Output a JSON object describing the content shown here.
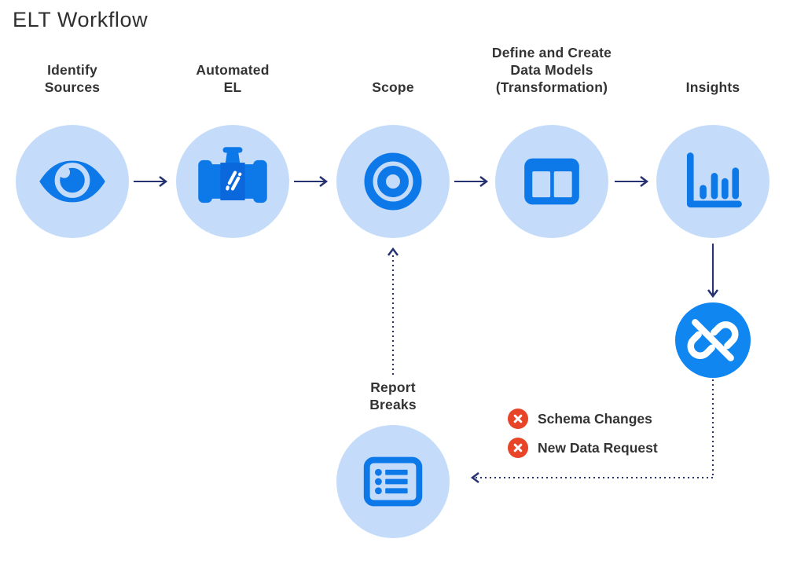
{
  "title": "ELT Workflow",
  "stages": [
    {
      "id": "identify-sources",
      "label": "Identify\nSources",
      "icon": "eye-icon"
    },
    {
      "id": "automated-el",
      "label": "Automated\nEL",
      "icon": "pipe-icon"
    },
    {
      "id": "scope",
      "label": "Scope",
      "icon": "target-icon"
    },
    {
      "id": "data-models",
      "label": "Define and Create\nData Models\n(Transformation)",
      "icon": "data-table-icon"
    },
    {
      "id": "insights",
      "label": "Insights",
      "icon": "bar-chart-icon"
    }
  ],
  "break_node": {
    "icon": "broken-link-icon"
  },
  "feedback": {
    "report_breaks": {
      "label": "Report\nBreaks",
      "icon": "list-icon"
    },
    "issues": [
      {
        "label": "Schema Changes",
        "icon": "error-x-icon"
      },
      {
        "label": "New Data Request",
        "icon": "error-x-icon"
      }
    ]
  },
  "colors": {
    "node_bg": "#c4dcfa",
    "icon_blue": "#0d78e8",
    "pipe_center_blue": "#0a68dc",
    "break_circle_blue": "#0f86f0",
    "arrow_navy": "#263272",
    "error_red": "#e84427",
    "text": "#333333"
  }
}
